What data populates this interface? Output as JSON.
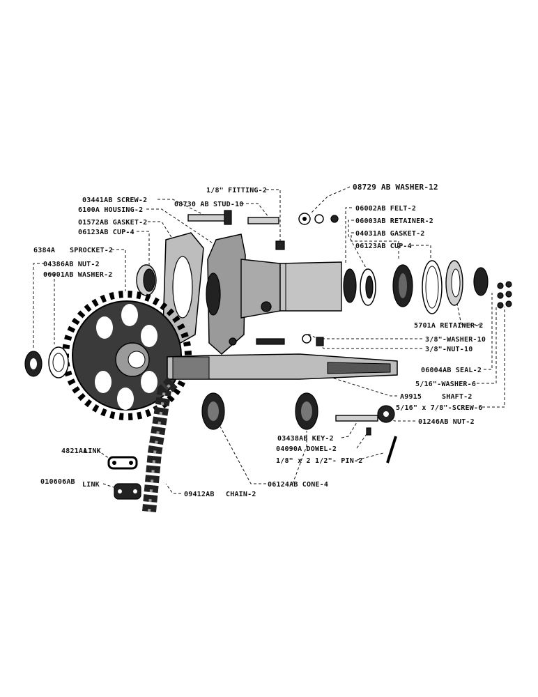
{
  "labels": {
    "fitting": "1/8\" FITTING-2",
    "washer_12": "08729 AB WASHER-12",
    "screw_2": "03441AB SCREW-2",
    "stud": "08730 AB STUD-10",
    "housing": "6100A HOUSING-2",
    "gasket_2a": "01572AB GASKET-2",
    "cup_4a": "06123AB CUP-4",
    "felt": "06002AB FELT-2",
    "retainer_2a": "06003AB RETAINER-2",
    "gasket_2b": "04031AB GASKET-2",
    "cup_4b": "06123AB CUP-4",
    "sprocket_num": "6384A",
    "sprocket": "SPROCKET-2",
    "nut_2a": "04386AB NUT-2",
    "washer_2": "06001AB WASHER-2",
    "retainer_2b": "5701A RETAINER-2",
    "washer_10": "3/8\"-WASHER-10",
    "nut_10": "3/8\"-NUT-10",
    "seal": "06004AB SEAL-2",
    "washer_6": "5/16\"-WASHER-6",
    "shaft_num": "A9915",
    "shaft": "SHAFT-2",
    "screw_6": "5/16\" x 7/8\"-SCREW-6",
    "nut_2b": "01246AB NUT-2",
    "link_a_num": "4821AA",
    "link_a": "LINK",
    "key": "03438AB KEY-2",
    "dowel": "04090A DOWEL-2",
    "pin": "1/8\" x 2 1/2\"- PIN-2",
    "link_b_num": "010606AB",
    "link_b": "LINK",
    "chain_num": "09412AB",
    "chain": "CHAIN-2",
    "cone": "06124AB CONE-4"
  }
}
